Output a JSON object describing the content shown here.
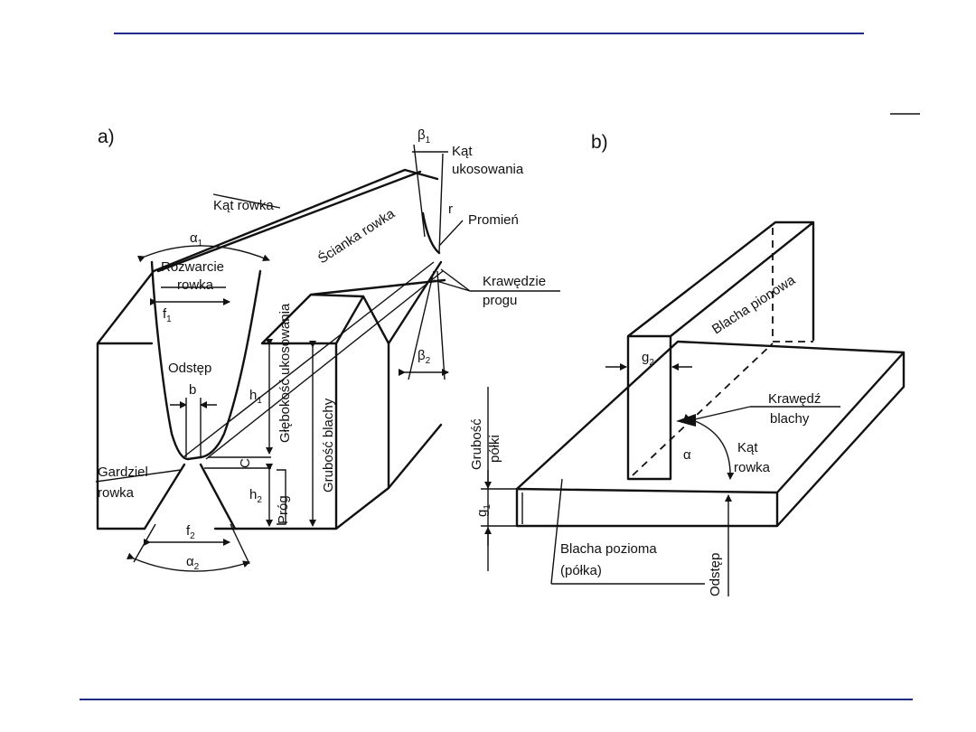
{
  "page": {
    "rule_color": "#1f2a8a"
  },
  "panel_a": {
    "letter": "a)",
    "beta1_label": "β",
    "beta1_sub": "1",
    "kat_ukosowania_line1": "Kąt",
    "kat_ukosowania_line2": "ukosowania",
    "kat_rowka": "Kąt rowka",
    "alpha1_label": "α",
    "alpha1_sub": "1",
    "scianka_rowka": "Ścianka rowka",
    "r_label": "r",
    "promien": "Promień",
    "rozwarcie_line1": "Rozwarcie",
    "rozwarcie_line2": "rowka",
    "krawedzie_line1": "Krawędzie",
    "krawedzie_line2": "progu",
    "f1_label": "f",
    "f1_sub": "1",
    "glebokosc_ukosowania": "Głębokość ukosowania",
    "odstep": "Odstęp",
    "beta2_label": "β",
    "beta2_sub": "2",
    "b_label": "b",
    "h1_label": "h",
    "h1_sub": "1",
    "grubosc_blachy": "Grubość blachy",
    "gardziel_line1": "Gardziel",
    "gardziel_line2": "rowka",
    "c_label": "C",
    "h2_label": "h",
    "h2_sub": "2",
    "prog": "Próg",
    "f2_label": "f",
    "f2_sub": "2",
    "alpha2_label": "α",
    "alpha2_sub": "2"
  },
  "panel_b": {
    "letter": "b)",
    "blacha_pionowa": "Blacha pionowa",
    "g2_label": "g",
    "g2_sub": "2",
    "krawedz_line1": "Krawędź",
    "krawedz_line2": "blachy",
    "grubosc_polki_line1": "Grubość",
    "grubosc_polki_line2": "półki",
    "alpha_label": "α",
    "kat_rowka_line1": "Kąt",
    "kat_rowka_line2": "rowka",
    "g1_label": "g",
    "g1_sub": "1",
    "blacha_pozioma_line1": "Blacha pozioma",
    "blacha_pozioma_line2": "(półka)",
    "odstep": "Odstęp"
  }
}
